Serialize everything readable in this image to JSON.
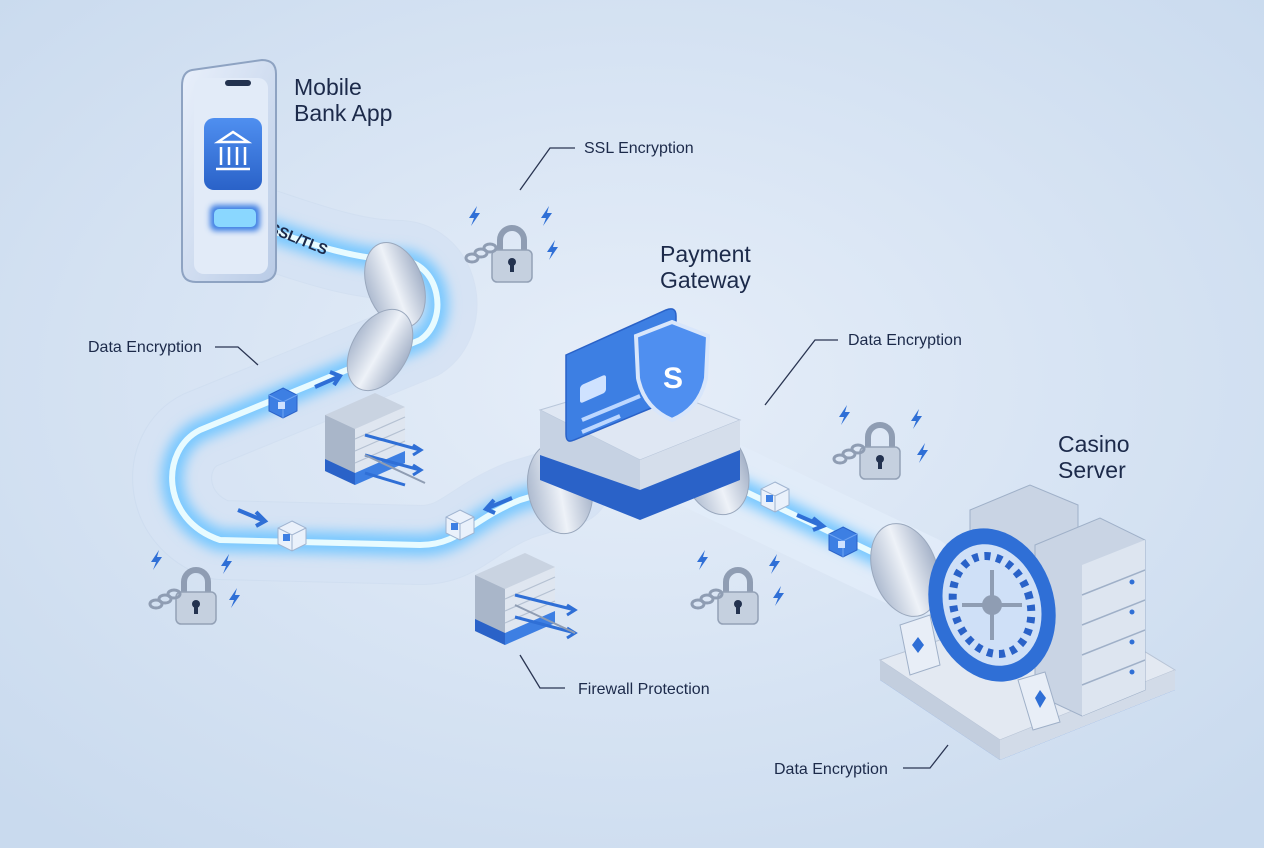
{
  "nodes": {
    "mobile_app": {
      "line1": "Mobile",
      "line2": "Bank App"
    },
    "payment_gateway": {
      "line1": "Payment",
      "line2": "Gateway"
    },
    "casino_server": {
      "line1": "Casino",
      "line2": "Server"
    }
  },
  "tunnel_label": "SSL/TLS",
  "callouts": {
    "ssl_encryption": "SSL Encryption",
    "data_encryption_left": "Data Encryption",
    "data_encryption_right": "Data Encryption",
    "data_encryption_bottom": "Data Encryption",
    "firewall_protection": "Firewall Protection"
  },
  "colors": {
    "background": "#d3e2f3",
    "accent_blue": "#2f6fd6",
    "glow": "#7fd0ff",
    "pipe_glass": "#e4eefa",
    "text": "#1c2a4a"
  },
  "icons": [
    "bank-icon",
    "padlock-icon",
    "lightning-icon",
    "firewall-icon",
    "shield-dollar-icon",
    "credit-card-icon",
    "server-rack-icon",
    "roulette-wheel-icon",
    "playing-cards-icon",
    "data-packet-icon"
  ]
}
